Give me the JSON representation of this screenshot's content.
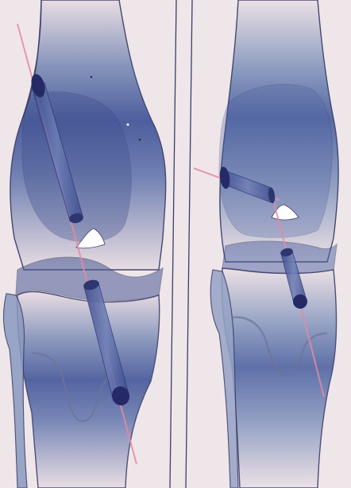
{
  "figure": {
    "background": "#efe6ea",
    "colors": {
      "bone_outline": "#3a3f6a",
      "bone_shade_dark": "#3f4f8c",
      "bone_shade_light": "#c9b7c4",
      "tunnel": "#4a5a96",
      "tunnel_end": "#252a66",
      "guide_line": "#e58aa2",
      "notch": "#ffffff"
    },
    "panels": [
      {
        "name": "left-knee",
        "description_shape": "long oblique femoral and tibial tunnels"
      },
      {
        "name": "right-knee",
        "description_shape": "short horizontal femoral tunnel with short tibial tunnel"
      }
    ]
  }
}
